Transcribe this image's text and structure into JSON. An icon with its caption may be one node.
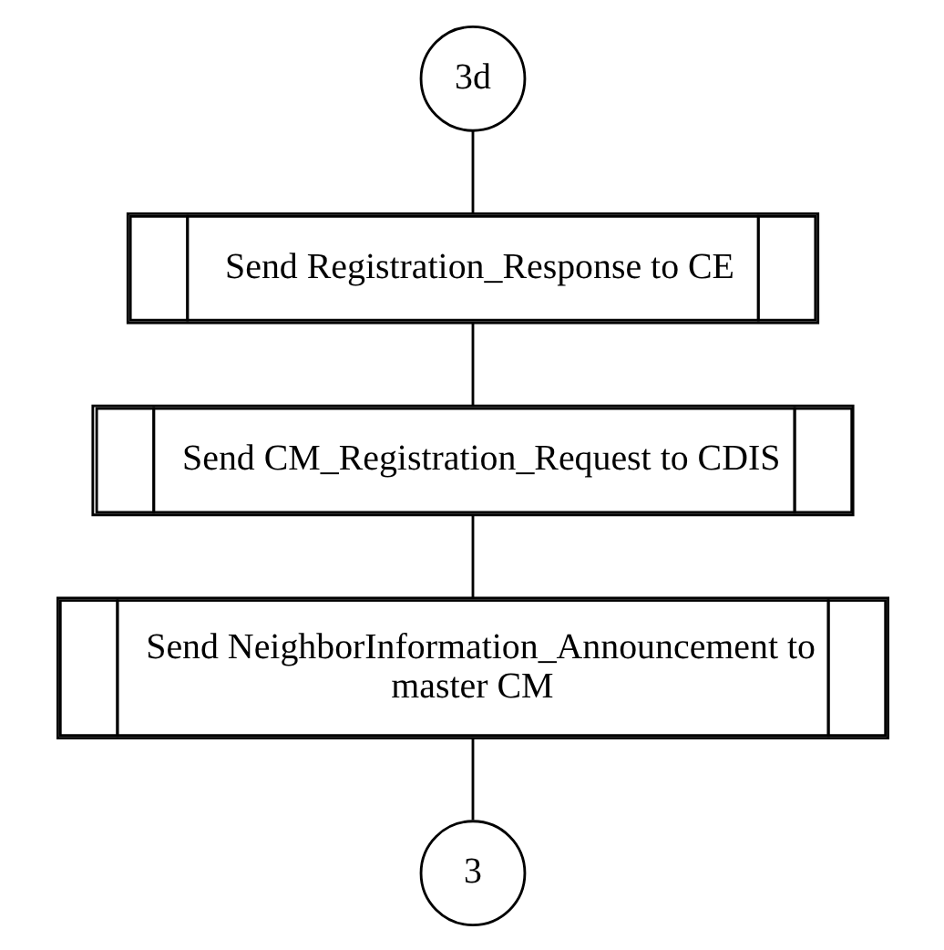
{
  "diagram": {
    "nodes": [
      {
        "text": [
          "3d"
        ]
      },
      {
        "text": [
          "Send Registration_Response to CE"
        ]
      },
      {
        "text": [
          "Send CM_Registration_Request to CDIS"
        ]
      },
      {
        "text": [
          "Send NeighborInformation_Announcement to master CM"
        ]
      },
      {
        "text": [
          "3"
        ]
      }
    ],
    "edges": [
      {
        "from": 0,
        "to": 1,
        "arrow": "none"
      },
      {
        "from": 1,
        "to": 2,
        "arrow": "none"
      },
      {
        "from": 2,
        "to": 3,
        "arrow": "none"
      },
      {
        "from": 3,
        "to": 4,
        "arrow": "none"
      }
    ]
  }
}
